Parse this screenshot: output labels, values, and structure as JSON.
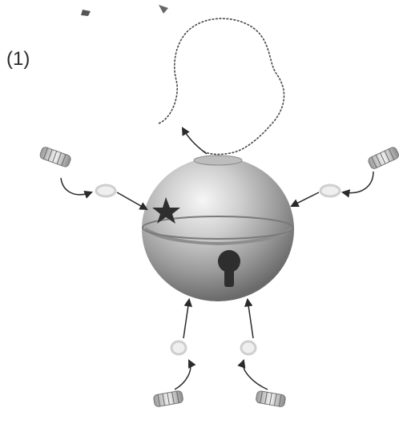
{
  "figure": {
    "step_label": "(1)",
    "parts": {
      "bell": "jingle-bell",
      "cord": "hanging-loop-cord",
      "limbs": [
        "left-arm-spring",
        "right-arm-spring",
        "left-leg-spring",
        "right-leg-spring"
      ],
      "connectors": [
        "jump-ring"
      ]
    },
    "colors": {
      "bell_light": "#e8e8e8",
      "bell_mid": "#a9a9a9",
      "bell_dark": "#6e6e6e",
      "arrow": "#2a2a2a",
      "ring": "#cfcfcf"
    }
  }
}
